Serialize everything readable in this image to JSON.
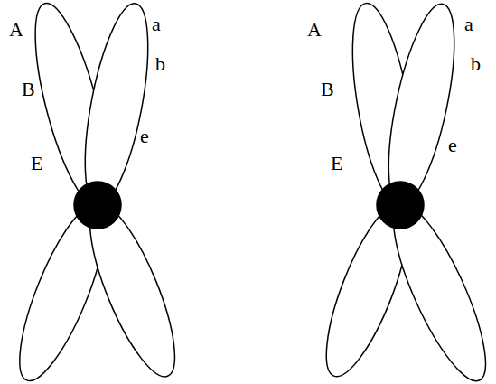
{
  "diagram": {
    "labels": [
      "A",
      "B",
      "E",
      "a",
      "b",
      "e",
      "A",
      "B",
      "E",
      "a",
      "b",
      "e"
    ]
  }
}
